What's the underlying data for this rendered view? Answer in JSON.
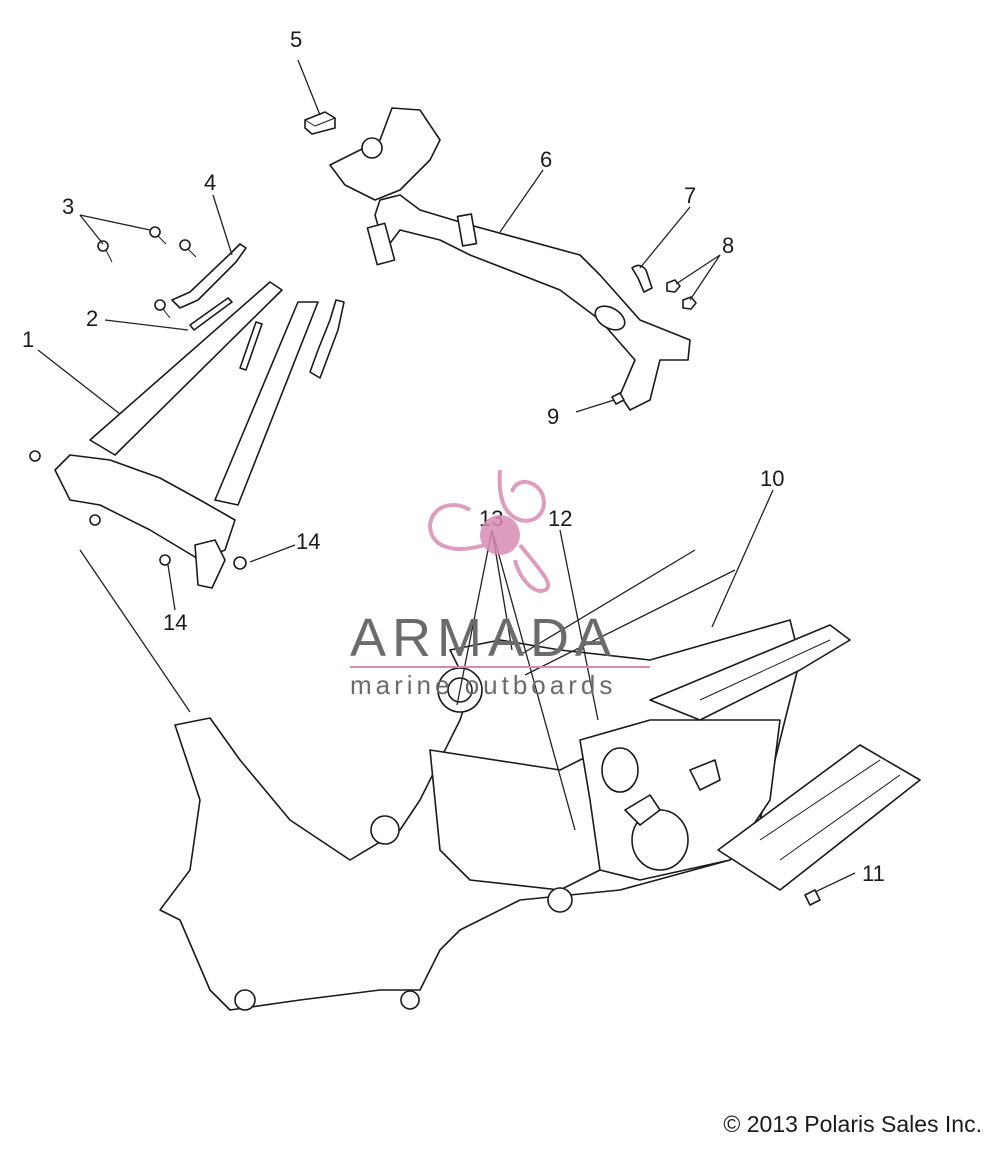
{
  "callouts": [
    {
      "id": "1",
      "label": "1"
    },
    {
      "id": "2",
      "label": "2"
    },
    {
      "id": "3",
      "label": "3"
    },
    {
      "id": "4",
      "label": "4"
    },
    {
      "id": "5",
      "label": "5"
    },
    {
      "id": "6",
      "label": "6"
    },
    {
      "id": "7",
      "label": "7"
    },
    {
      "id": "8",
      "label": "8"
    },
    {
      "id": "9",
      "label": "9"
    },
    {
      "id": "10",
      "label": "10"
    },
    {
      "id": "11",
      "label": "11"
    },
    {
      "id": "12",
      "label": "12"
    },
    {
      "id": "13",
      "label": "13"
    },
    {
      "id": "14a",
      "label": "14"
    },
    {
      "id": "14b",
      "label": "14"
    }
  ],
  "watermark": {
    "title": "ARMADA",
    "subtitle": "marine outboards",
    "color": "#d98cb3"
  },
  "copyright": "© 2013 Polaris Sales Inc."
}
